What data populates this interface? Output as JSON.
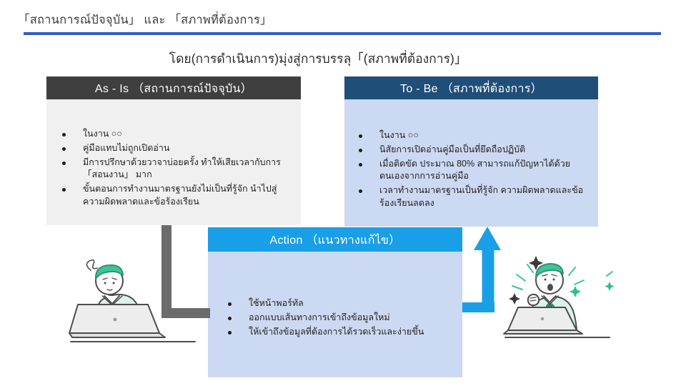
{
  "slide": {
    "title": "「สถานการณ์ปัจจุบัน」 และ 「สภาพที่ต้องการ」",
    "subtitle": "โดย(การดำเนินการ)มุ่งสู่การบรรลุ「(สภาพที่ต้องการ)」"
  },
  "boxes": {
    "as_is": {
      "header": "As - Is （สถานการณ์ปัจจุบัน）",
      "bullets": [
        "ในงาน ○○",
        "คู่มือแทบไม่ถูกเปิดอ่าน",
        "มีการปรึกษาด้วยวาจาบ่อยครั้ง ทำให้เสียเวลากับการ 「สอนงาน」 มาก",
        "ขั้นตอนการทำงานมาตรฐานยังไม่เป็นที่รู้จัก นำไปสู่ความผิดพลาดและข้อร้องเรียน"
      ]
    },
    "to_be": {
      "header": "To - Be （สภาพที่ต้องการ）",
      "bullets": [
        "ในงาน ○○",
        "นิสัยการเปิดอ่านคู่มือเป็นที่ยึดถือปฏิบัติ",
        "เมื่อติดขัด ประมาณ 80% สามารถแก้ปัญหาได้ด้วยตนเองจากการอ่านคู่มือ",
        "เวลาทำงานมาตรฐานเป็นที่รู้จัก ความผิดพลาดและข้อร้องเรียนลดลง"
      ]
    },
    "action": {
      "header": "Action （แนวทางแก้ไข）",
      "bullets": [
        "ใช้หน้าพอร์ทัล",
        "ออกแบบเส้นทางการเข้าถึงข้อมูลใหม่",
        "ให้เข้าถึงข้อมูลที่ต้องการได้รวดเร็วและง่ายขึ้น"
      ]
    }
  },
  "icons": {
    "left_person": "confused-worker-with-laptop",
    "right_person": "cheering-worker-with-laptop",
    "connector": "gray-elbow-connector",
    "arrow": "blue-up-arrow"
  },
  "colors": {
    "title_rule_blue": "#2e5ec9",
    "as_is_header": "#3f3f3f",
    "as_is_body": "#f0f0f0",
    "to_be_header": "#1f4e79",
    "light_blue_body": "#ccd9f2",
    "action_header": "#189fe8",
    "arrow_blue": "#189fe8",
    "connector_gray": "#6b6b6b",
    "illustration_green": "#3cc49c",
    "illustration_mint": "#dcf3ea"
  }
}
